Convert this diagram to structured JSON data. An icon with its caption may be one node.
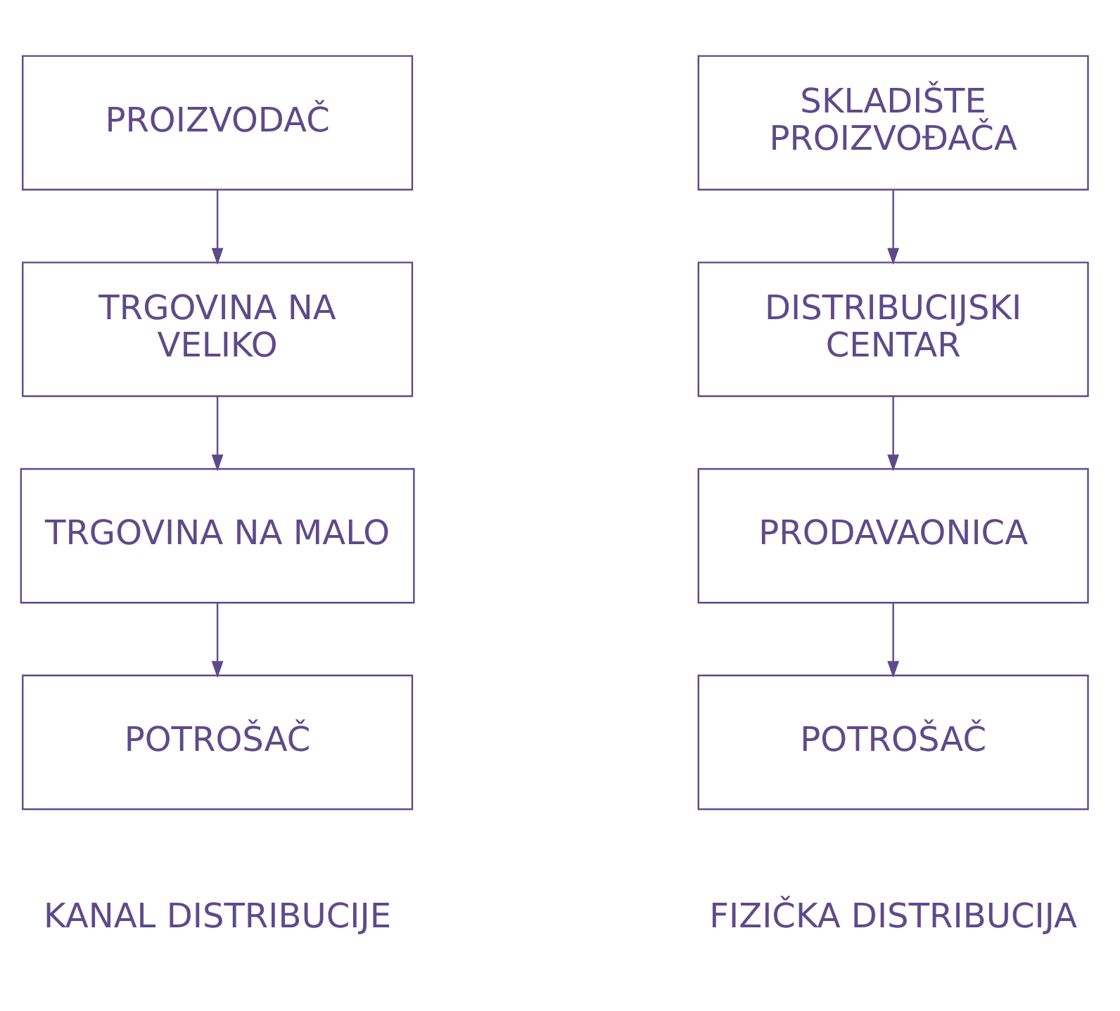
{
  "diagram": {
    "nodes": [
      {
        "text": [
          "PROIZVODAČ"
        ]
      },
      {
        "text": [
          "TRGOVINA NA VELIKO"
        ]
      },
      {
        "text": [
          "TRGOVINA NA MALO"
        ]
      },
      {
        "text": [
          "POTROŠAČ"
        ]
      },
      {
        "text": [
          "SKLADIŠTE PROIZVOĐAČA"
        ]
      },
      {
        "text": [
          "DISTRIBUCIJSKI CENTAR"
        ]
      },
      {
        "text": [
          "PRODAVAONICA"
        ]
      },
      {
        "text": [
          "POTROŠAČ"
        ]
      }
    ],
    "edges": [
      {
        "from": 0,
        "to": 1,
        "arrow": "to"
      },
      {
        "from": 1,
        "to": 2,
        "arrow": "to"
      },
      {
        "from": 2,
        "to": 3,
        "arrow": "to"
      },
      {
        "from": 4,
        "to": 5,
        "arrow": "to"
      },
      {
        "from": 5,
        "to": 6,
        "arrow": "to"
      },
      {
        "from": 6,
        "to": 7,
        "arrow": "to"
      }
    ],
    "labels": [
      "KANAL DISTRIBUCIJE",
      "FIZIČKA DISTRIBUCIJA"
    ]
  }
}
